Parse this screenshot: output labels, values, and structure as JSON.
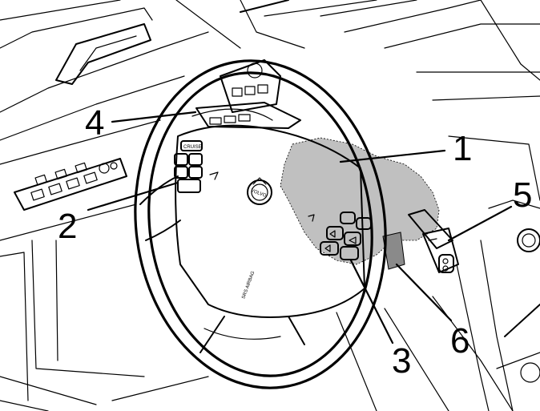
{
  "diagram": {
    "callouts": [
      {
        "id": "callout-1",
        "label": "1"
      },
      {
        "id": "callout-2",
        "label": "2"
      },
      {
        "id": "callout-3",
        "label": "3"
      },
      {
        "id": "callout-4",
        "label": "4"
      },
      {
        "id": "callout-5",
        "label": "5"
      },
      {
        "id": "callout-6",
        "label": "6"
      }
    ],
    "wheel_text": {
      "cruise": "CRUISE",
      "brand": "VOLVO",
      "airbag": "SRS AIRBAG"
    },
    "colors": {
      "line": "#000000",
      "highlight": "#c0c0c0",
      "highlight_dark": "#8a8a8a",
      "background": "#ffffff"
    }
  }
}
